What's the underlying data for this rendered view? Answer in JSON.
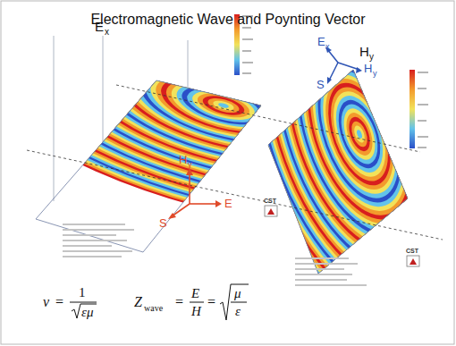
{
  "diagram": {
    "title": "Electromagnetic Wave and Poynting Vector",
    "labels": [
      "E",
      "x",
      "H",
      "y",
      "E",
      "x",
      "S",
      "H",
      "y",
      "H",
      "y",
      "S",
      "E",
      "CST",
      "CST",
      "v",
      "=",
      "1",
      "εμ",
      "Z",
      "wave",
      "=",
      "E",
      "H",
      "=",
      "μ",
      "ε"
    ]
  }
}
